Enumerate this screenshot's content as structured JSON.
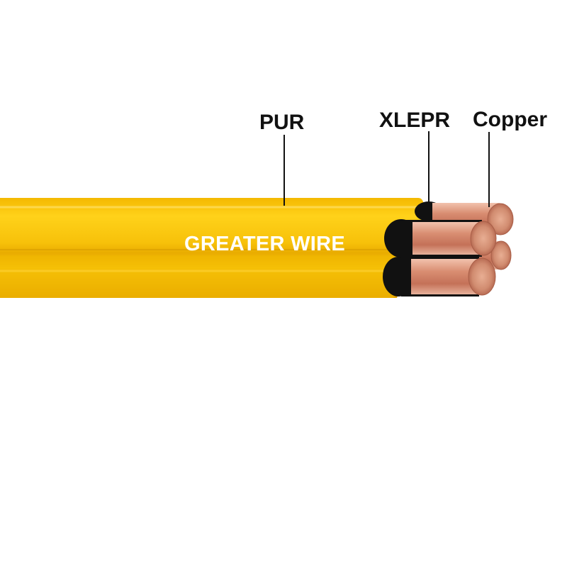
{
  "labels": {
    "pur": "PUR",
    "xlepr": "XLEPR",
    "copper": "Copper"
  },
  "cable": {
    "brand_text": "GREATER WIRE",
    "jacket_color": "#F6C20C",
    "insulation_color": "#111111",
    "conductor_color": "#D9957A"
  },
  "icons": [
    "yellow-cable-illustration"
  ]
}
